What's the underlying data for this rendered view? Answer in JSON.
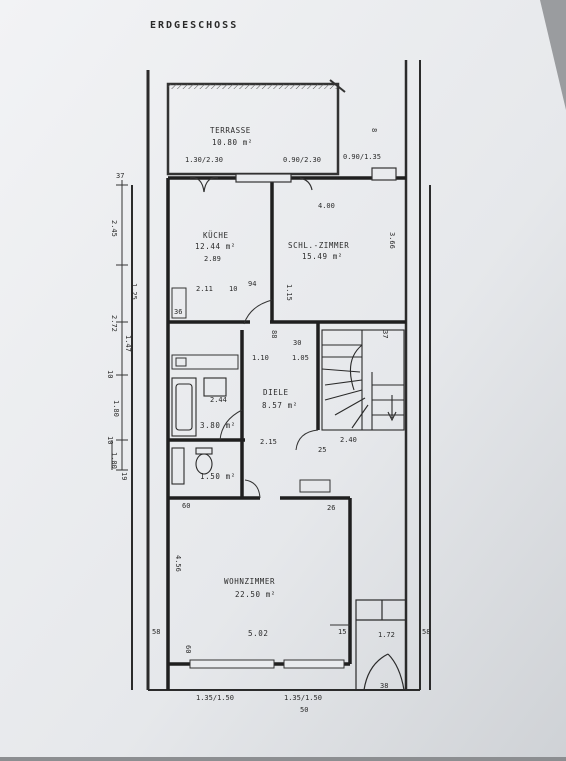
{
  "plan": {
    "title": "ERDGESCHOSS",
    "rooms": {
      "terrasse": {
        "name": "TERRASSE",
        "area": "10.80 m²"
      },
      "kueche": {
        "name": "KÜCHE",
        "area": "12.44 m²",
        "width": "2.89"
      },
      "schlafzimmer": {
        "name": "SCHL.-ZIMMER",
        "area": "15.49 m²"
      },
      "diele": {
        "name": "DIELE",
        "area": "8.57 m²"
      },
      "bad": {
        "area": "3.80 m²"
      },
      "wc": {
        "area": "1.50 m²"
      },
      "wohnzimmer": {
        "name": "WOHNZIMMER",
        "area": "22.50 m²",
        "width": "5.02"
      }
    },
    "dimensions": {
      "terrace_window_1": "1.30/2.30",
      "terrace_window_2": "0.90/2.30",
      "terrace_window_3": "0.90/1.35",
      "bedroom_width": "4.00",
      "bedroom_depth": "3.66",
      "kitchen_width": "2.11",
      "dim_10": "10",
      "dim_94": "94",
      "dim_115": "1.15",
      "dim_88": "88",
      "dim_110": "1.10",
      "dim_105": "1.05",
      "dim_30": "30",
      "dim_37": "37",
      "dim_37b": "37",
      "dim_244": "2.44",
      "hall_width": "2.15",
      "stair_width": "2.40",
      "dim_25": "25",
      "dim_26": "26",
      "dim_60": "60",
      "living_depth": "4.56",
      "dim_58": "58",
      "dim_15": "15",
      "dim_172": "1.72",
      "dim_38": "38",
      "dim_50": "50",
      "window_left": "1.35/1.50",
      "window_right": "1.35/1.50",
      "side_8": "8",
      "side_245": "2.45",
      "side_125": "1.25",
      "side_272": "2.72",
      "side_147": "1.47",
      "side_10": "10",
      "side_180": "1.80",
      "side_10b": "10",
      "side_100": "1.00",
      "side_19": "19",
      "dim_36": "36"
    }
  }
}
